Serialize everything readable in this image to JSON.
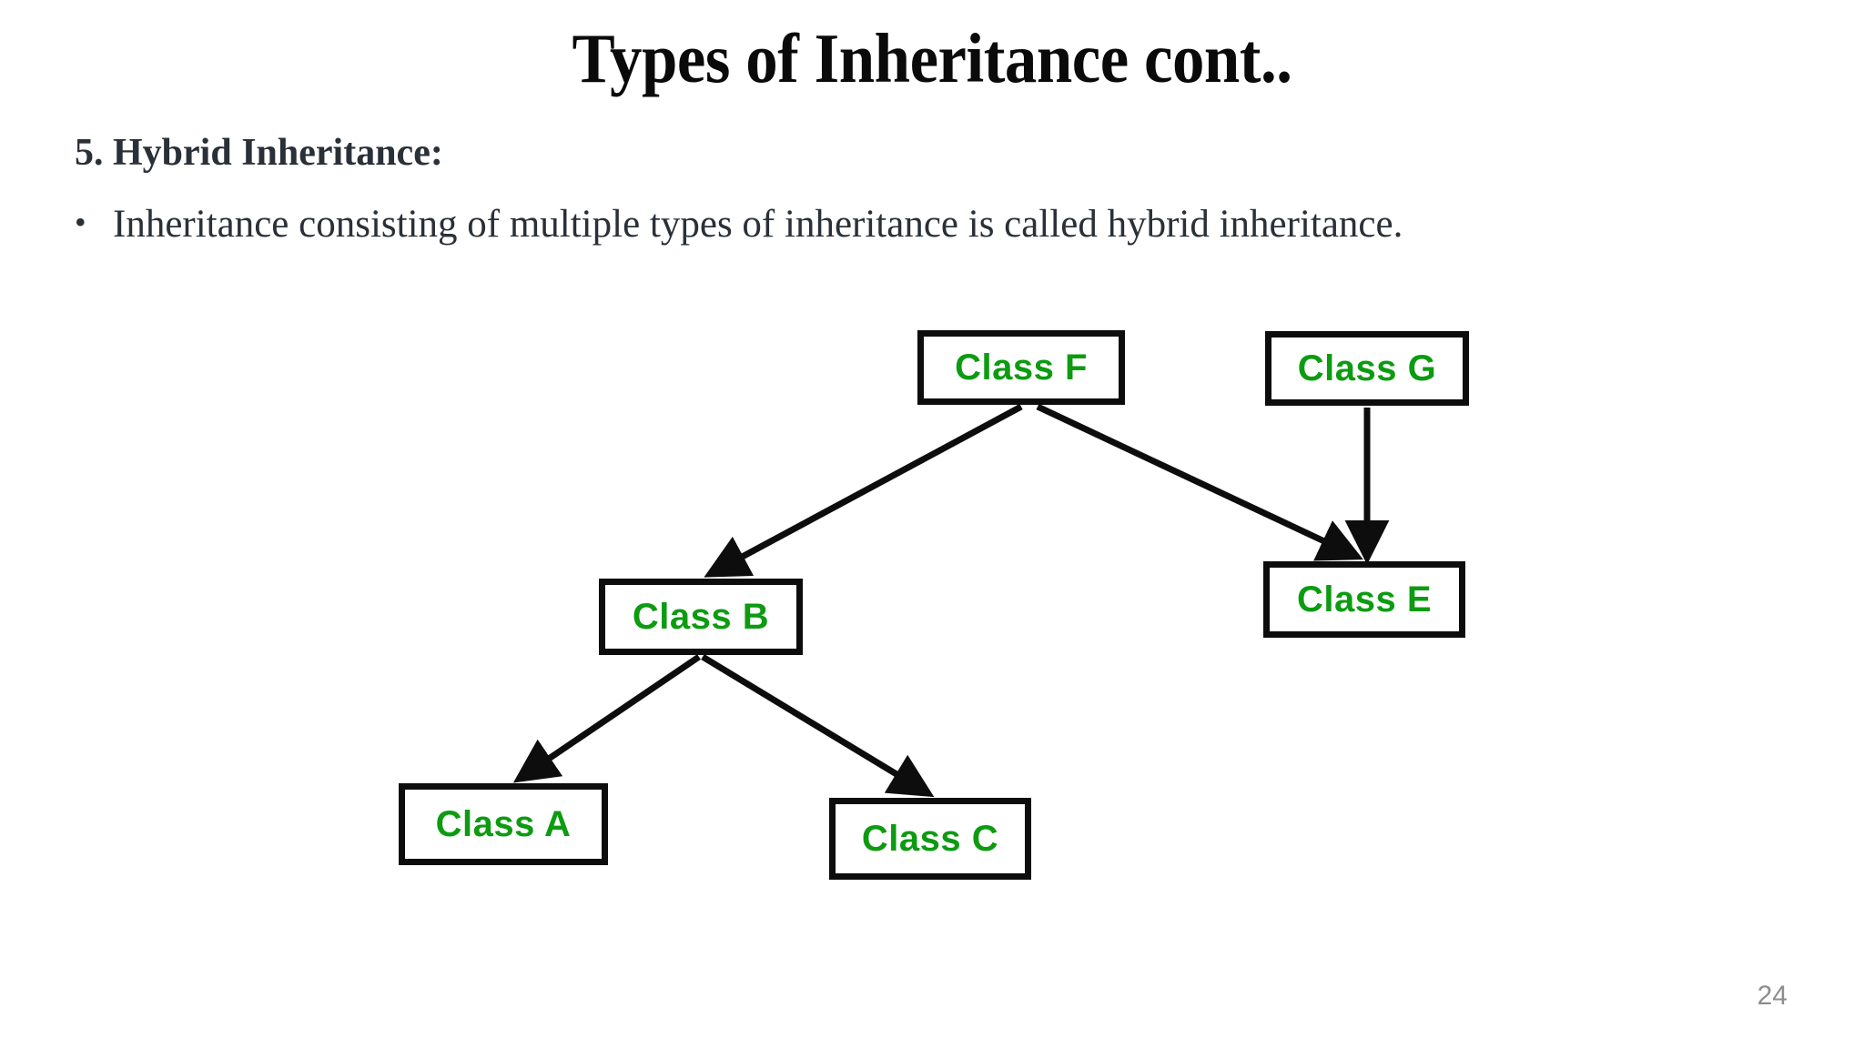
{
  "slide": {
    "title": "Types of Inheritance cont..",
    "page_number": "24",
    "background_color": "#ffffff"
  },
  "content": {
    "heading_number": "5.",
    "heading_text": " Hybrid Inheritance",
    "heading_colon": ":",
    "bullet_marker": "•",
    "bullet_text": "Inheritance consisting of multiple types of inheritance is called hybrid inheritance.",
    "text_color": "#2a3038",
    "title_color": "#0a0a0a"
  },
  "diagram": {
    "type": "class-hierarchy",
    "node_border_color": "#0d0d0d",
    "node_fill_color": "#ffffff",
    "node_text_color": "#0d9b11",
    "edge_color": "#0d0d0d",
    "nodes": [
      {
        "id": "F",
        "label": "Class F"
      },
      {
        "id": "G",
        "label": "Class G"
      },
      {
        "id": "B",
        "label": "Class B"
      },
      {
        "id": "E",
        "label": "Class E"
      },
      {
        "id": "A",
        "label": "Class A"
      },
      {
        "id": "C",
        "label": "Class C"
      }
    ],
    "edges": [
      {
        "from": "F",
        "to": "B"
      },
      {
        "from": "F",
        "to": "E"
      },
      {
        "from": "G",
        "to": "E"
      },
      {
        "from": "B",
        "to": "A"
      },
      {
        "from": "B",
        "to": "C"
      }
    ]
  }
}
